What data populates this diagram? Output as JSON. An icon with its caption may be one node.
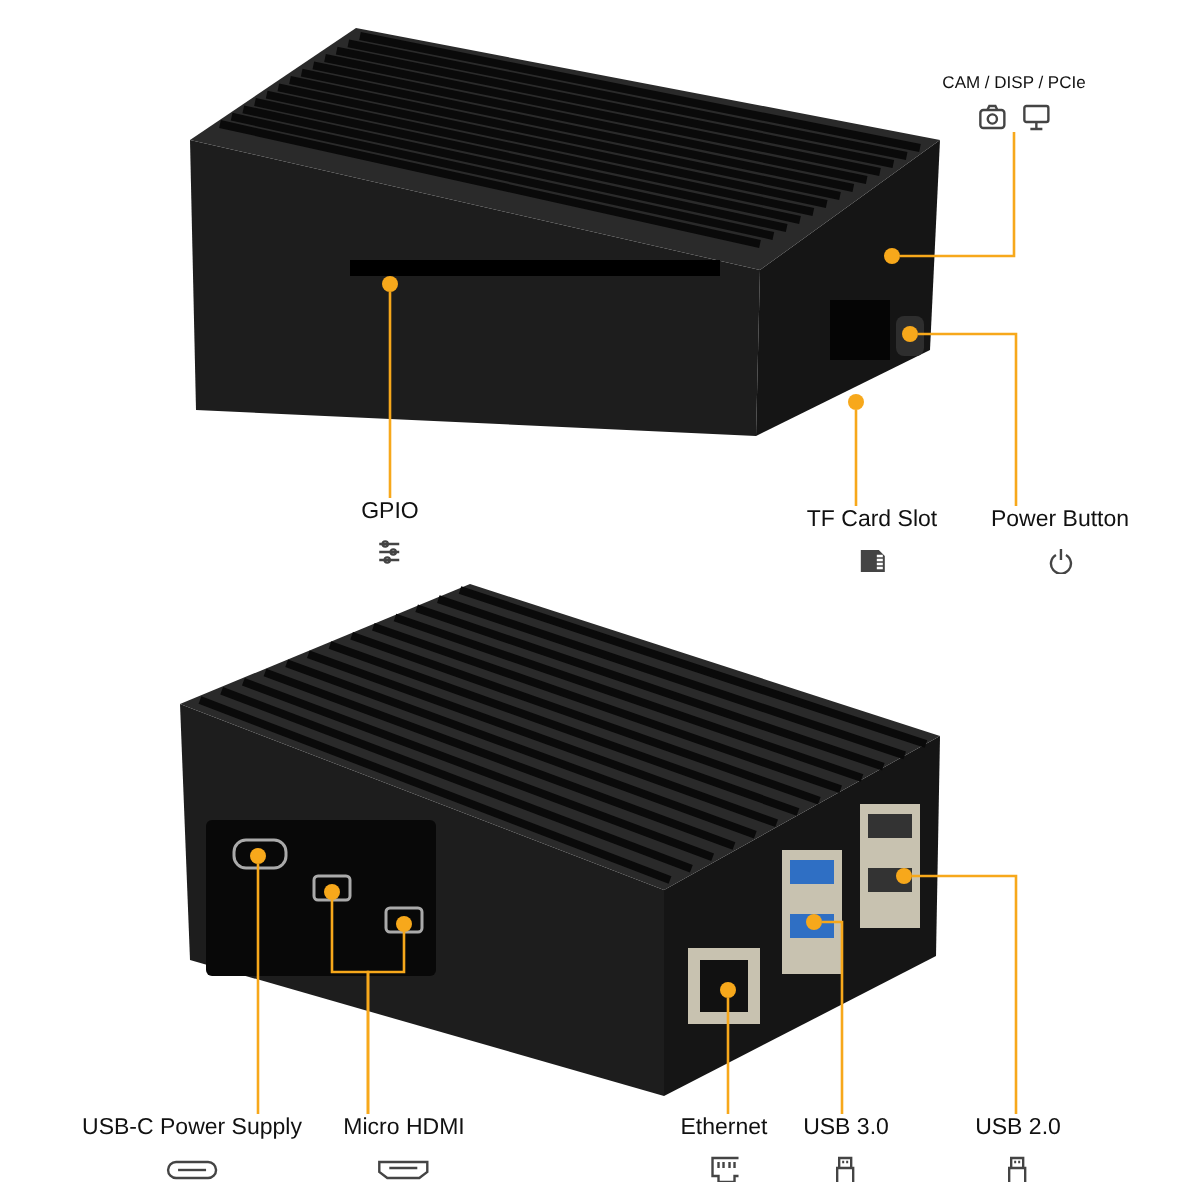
{
  "diagram": {
    "nodes": [
      {
        "text": [
          "CAM / DISP / PCIe"
        ]
      },
      {
        "text": [
          "GPIO"
        ]
      },
      {
        "text": [
          "TF Card Slot"
        ]
      },
      {
        "text": [
          "Power Button"
        ]
      },
      {
        "text": [
          "USB-C Power Supply"
        ]
      },
      {
        "text": [
          "Micro HDMI"
        ]
      },
      {
        "text": [
          "Ethernet"
        ]
      },
      {
        "text": [
          "USB 3.0"
        ]
      },
      {
        "text": [
          "USB 2.0"
        ]
      },
      {
        "text": [],
        "shape": "circle"
      },
      {
        "text": [],
        "shape": "circle"
      },
      {
        "text": [],
        "shape": "circle"
      },
      {
        "text": [],
        "shape": "circle"
      },
      {
        "text": [],
        "shape": "circle"
      },
      {
        "text": [],
        "shape": "circle"
      },
      {
        "text": [],
        "shape": "circle"
      },
      {
        "text": [],
        "shape": "circle"
      },
      {
        "text": [],
        "shape": "circle"
      },
      {
        "text": [],
        "shape": "circle"
      }
    ],
    "edges": [
      {
        "from": 0,
        "to": 9,
        "arrow": "none"
      },
      {
        "from": 1,
        "to": 10,
        "arrow": "none"
      },
      {
        "from": 2,
        "to": 11,
        "arrow": "none"
      },
      {
        "from": 3,
        "to": 12,
        "arrow": "none"
      },
      {
        "from": 4,
        "to": 13,
        "arrow": "none"
      },
      {
        "from": 5,
        "to": 14,
        "arrow": "none"
      },
      {
        "from": 5,
        "to": 15,
        "arrow": "none"
      },
      {
        "from": 6,
        "to": 16,
        "arrow": "none"
      },
      {
        "from": 7,
        "to": 17,
        "arrow": "none"
      },
      {
        "from": 8,
        "to": 18,
        "arrow": "none"
      }
    ]
  }
}
